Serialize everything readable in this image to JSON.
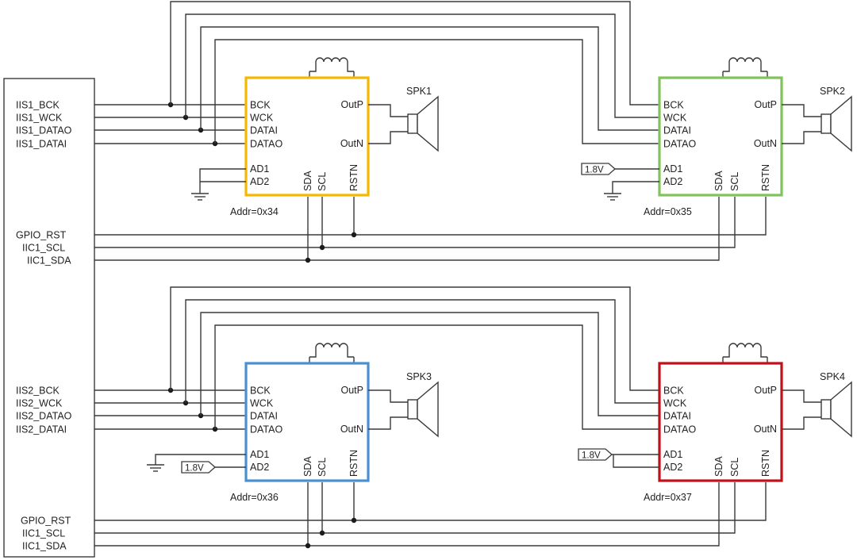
{
  "controller": {
    "iis1": [
      "IIS1_BCK",
      "IIS1_WCK",
      "IIS1_DATAO",
      "IIS1_DATAI"
    ],
    "ctrl1": [
      "GPIO_RST",
      "IIC1_SCL",
      "IIC1_SDA"
    ],
    "iis2": [
      "IIS2_BCK",
      "IIS2_WCK",
      "IIS2_DATAO",
      "IIS2_DATAI"
    ],
    "ctrl2": [
      "GPIO_RST",
      "IIC1_SCL",
      "IIC1_SDA"
    ]
  },
  "pins": {
    "left": [
      "BCK",
      "WCK",
      "DATAI",
      "DATAO"
    ],
    "addr": [
      "AD1",
      "AD2"
    ],
    "out": [
      "OutP",
      "OutN"
    ],
    "bottom": [
      "SDA",
      "SCL",
      "RSTN"
    ]
  },
  "power_label": "1.8V",
  "chips": [
    {
      "addr": "Addr=0x34",
      "speaker": "SPK1",
      "color": "#f5b800"
    },
    {
      "addr": "Addr=0x35",
      "speaker": "SPK2",
      "color": "#7fc35a"
    },
    {
      "addr": "Addr=0x36",
      "speaker": "SPK3",
      "color": "#4a8fd0"
    },
    {
      "addr": "Addr=0x37",
      "speaker": "SPK4",
      "color": "#c0101a"
    }
  ]
}
